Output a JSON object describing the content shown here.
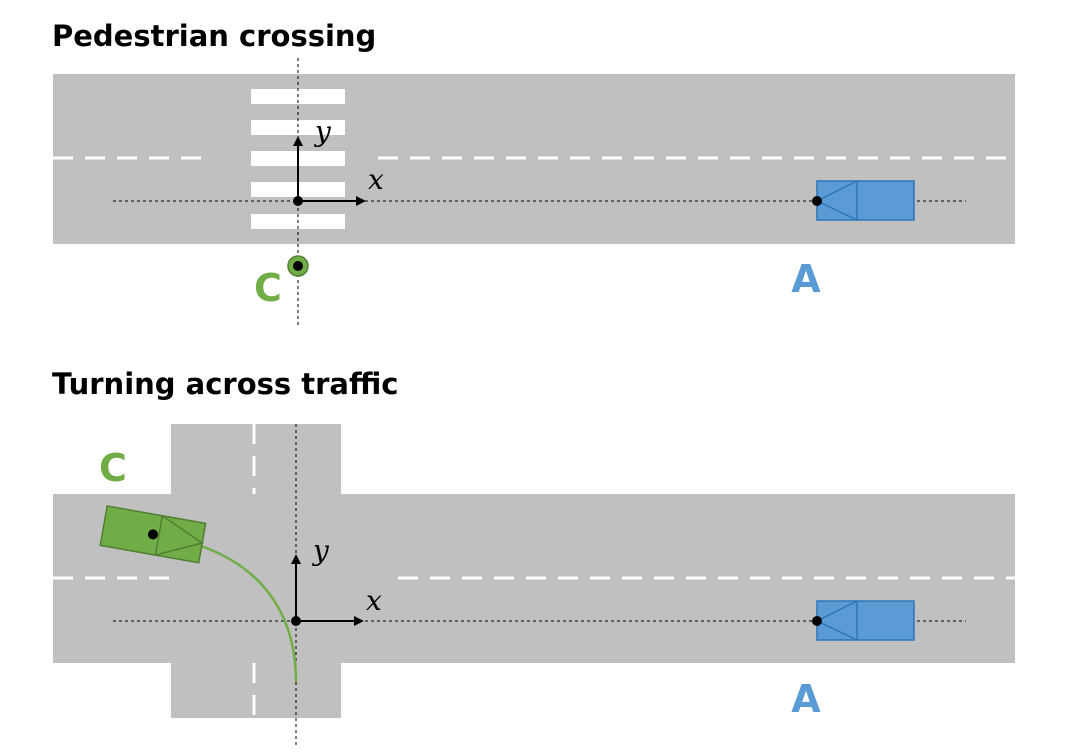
{
  "colors": {
    "road": "#c0c0c0",
    "marking": "#ffffff",
    "agent_a": "#5b9bd5",
    "agent_a_stroke": "#2e75b6",
    "agent_c": "#70ad47",
    "agent_c_stroke": "#507e32"
  },
  "scenarios": [
    {
      "title": "Pedestrian crossing",
      "axis_x": "x",
      "axis_y": "y",
      "agent_a": "A",
      "agent_c": "C"
    },
    {
      "title": "Turning across traffic",
      "axis_x": "x",
      "axis_y": "y",
      "agent_a": "A",
      "agent_c": "C"
    }
  ]
}
